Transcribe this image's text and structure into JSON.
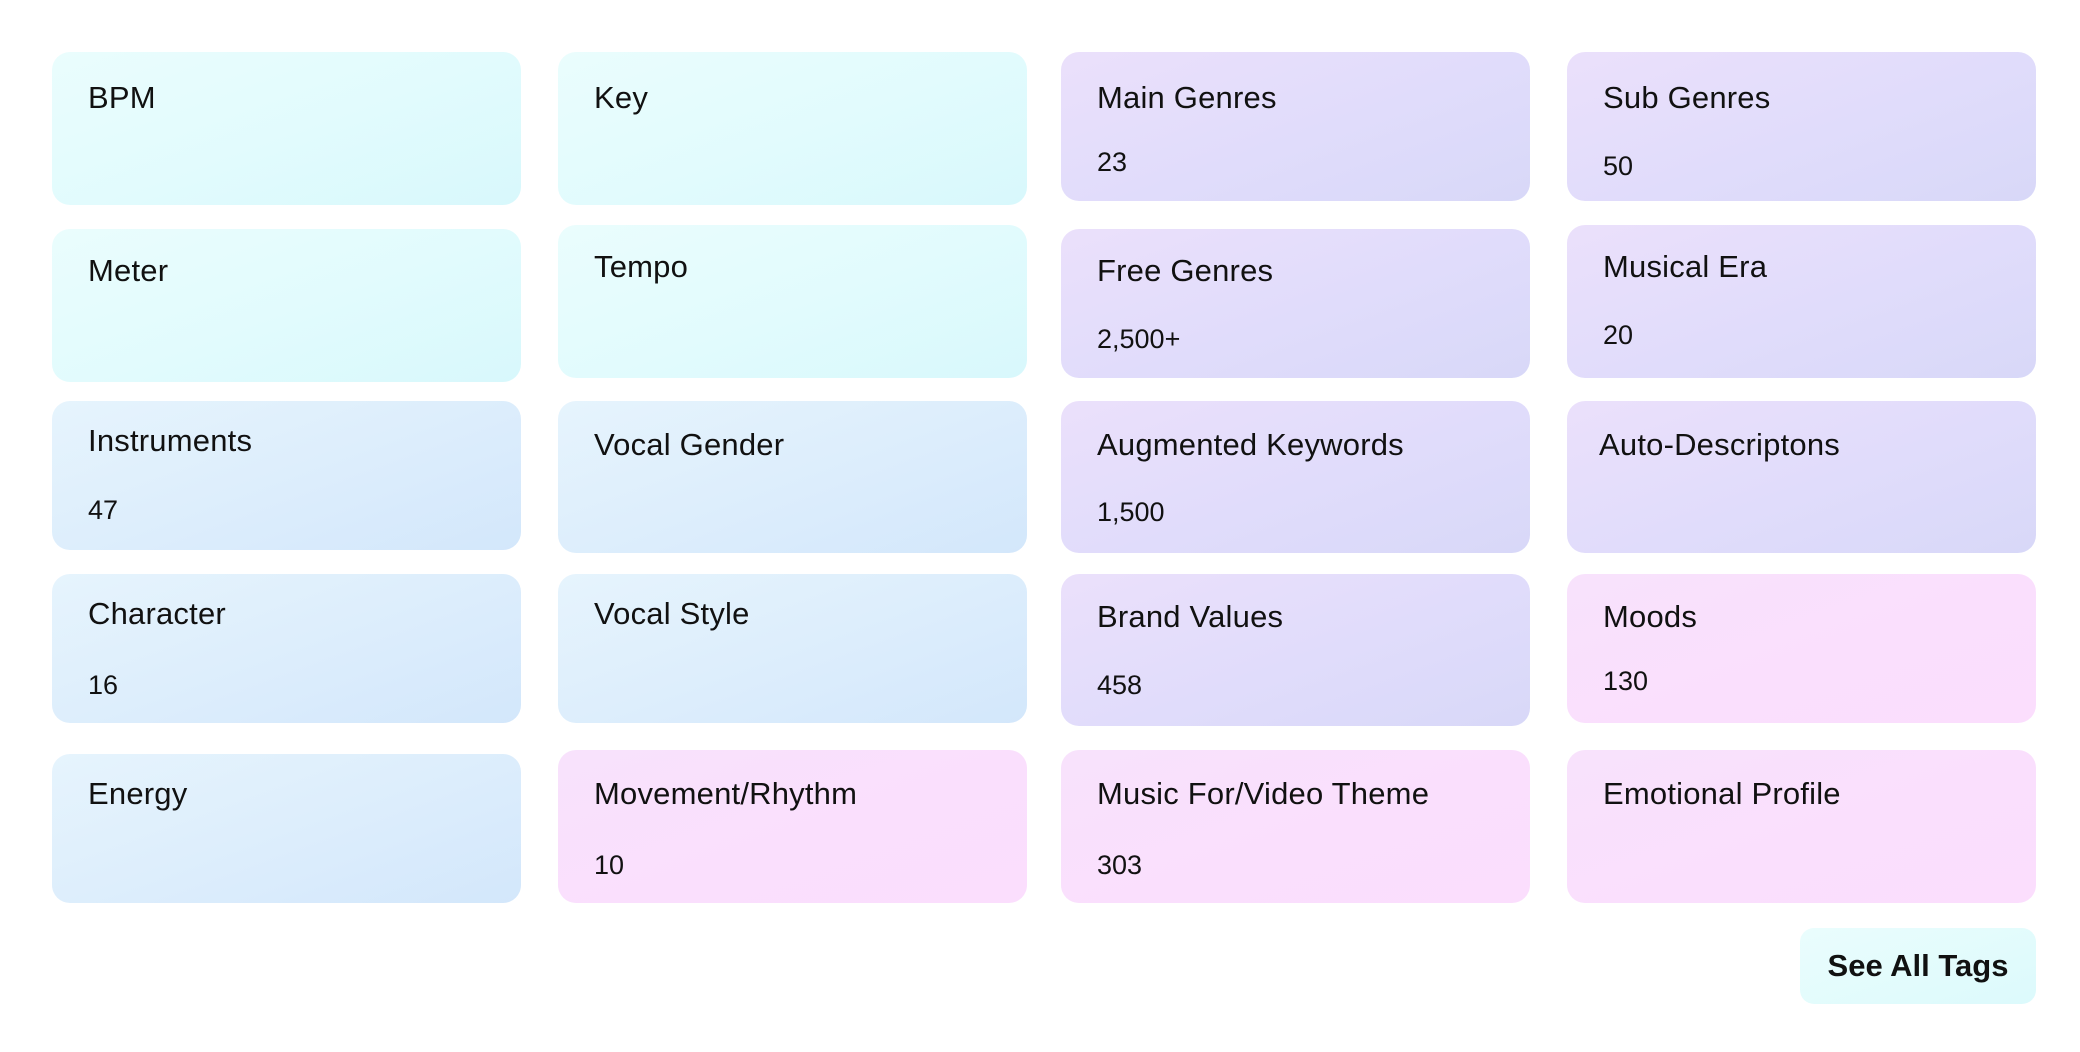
{
  "tags": {
    "bpm": {
      "label": "BPM"
    },
    "key": {
      "label": "Key"
    },
    "main_genres": {
      "label": "Main Genres",
      "count": "23"
    },
    "sub_genres": {
      "label": "Sub Genres",
      "count": "50"
    },
    "meter": {
      "label": "Meter"
    },
    "tempo": {
      "label": "Tempo"
    },
    "free_genres": {
      "label": "Free Genres",
      "count": "2,500+"
    },
    "musical_era": {
      "label": "Musical Era",
      "count": "20"
    },
    "instruments": {
      "label": "Instruments",
      "count": "47"
    },
    "vocal_gender": {
      "label": "Vocal Gender"
    },
    "augmented_keywords": {
      "label": "Augmented Keywords",
      "count": "1,500"
    },
    "auto_descriptons": {
      "label": "Auto-Descriptons"
    },
    "character": {
      "label": "Character",
      "count": "16"
    },
    "vocal_style": {
      "label": "Vocal Style"
    },
    "brand_values": {
      "label": "Brand Values",
      "count": "458"
    },
    "moods": {
      "label": "Moods",
      "count": "130"
    },
    "energy": {
      "label": "Energy"
    },
    "movement_rhythm": {
      "label": "Movement/Rhythm",
      "count": "10"
    },
    "music_for_video_theme": {
      "label": "Music For/Video Theme",
      "count": "303"
    },
    "emotional_profile": {
      "label": "Emotional Profile"
    }
  },
  "actions": {
    "see_all_tags": "See All Tags"
  },
  "colors": {
    "cyan_card": "#e1fbfd",
    "blue_card": "#dcedfc",
    "lavender_card": "#e0dcfb",
    "pink_card": "#fadffd",
    "text": "#111111"
  }
}
